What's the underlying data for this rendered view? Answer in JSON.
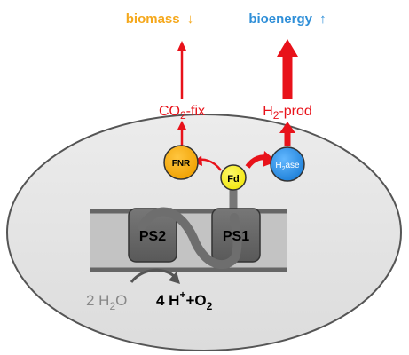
{
  "diagram": {
    "biomass": {
      "label": "biomass",
      "arrow": "↓",
      "color": "#f5a81c"
    },
    "bioenergy": {
      "label": "bioenergy",
      "arrow": "↑",
      "color": "#2f8fd8"
    },
    "co2fix": {
      "pre": "CO",
      "sub": "2",
      "post": "-fix",
      "color": "#e8121a"
    },
    "h2prod": {
      "pre": "H",
      "sub": "2",
      "post": "-prod",
      "color": "#e8121a"
    },
    "fnr": {
      "label": "FNR",
      "fill": "#f5a500"
    },
    "fd": {
      "label": "Fd",
      "fill": "#f6ef14"
    },
    "h2ase": {
      "pre": "H",
      "sub": "2",
      "post": "ase",
      "fill": "#2b8fe0"
    },
    "ps2": {
      "label": "PS2"
    },
    "ps1": {
      "label": "PS1"
    },
    "water": {
      "pre": "2 H",
      "sub": "2",
      "post": "O"
    },
    "products": {
      "coef": "4 H",
      "sup": "+",
      "plus": "+O",
      "sub": "2"
    }
  }
}
